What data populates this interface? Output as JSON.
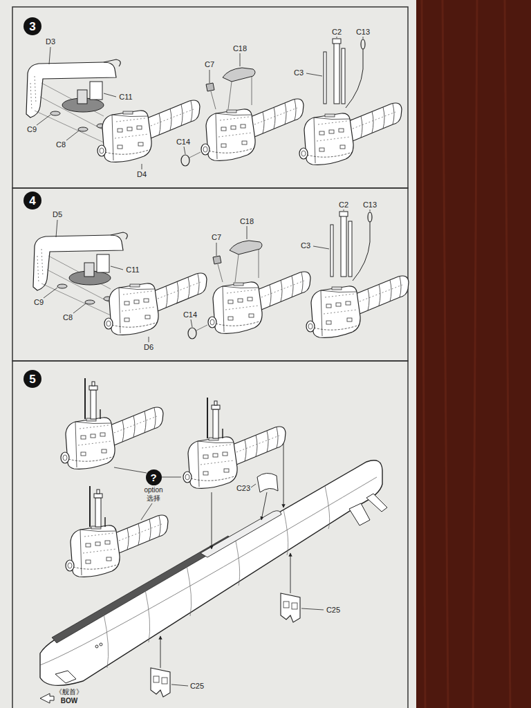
{
  "diagram": {
    "nodes": [
      {
        "text": [
          "3"
        ]
      },
      {
        "text": [
          "4"
        ]
      },
      {
        "text": [
          "5"
        ]
      },
      {
        "text": [
          "?"
        ]
      }
    ],
    "labels": [
      "D3",
      "C18",
      "C2",
      "C13",
      "C7",
      "C11",
      "C3",
      "C9",
      "C8",
      "D4",
      "C14",
      "D5",
      "C18",
      "C2",
      "C13",
      "C7",
      "C11",
      "C3",
      "C9",
      "C8",
      "D6",
      "C14",
      "option",
      "选择",
      "C23",
      "C25",
      "《舰首》",
      "BOW",
      "C25"
    ]
  }
}
